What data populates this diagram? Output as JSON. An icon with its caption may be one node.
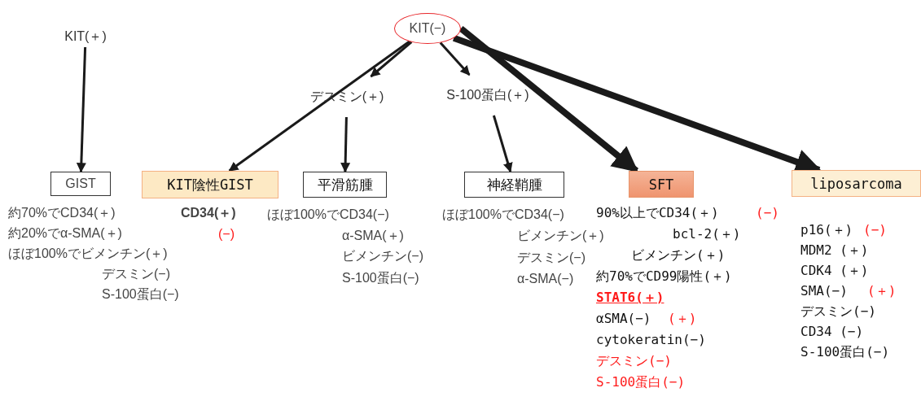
{
  "diagram": {
    "nodes": [
      {
        "text": [
          "KIT(＋)"
        ]
      },
      {
        "text": [
          "KIT(−)"
        ]
      },
      {
        "text": [
          "デスミン(＋)"
        ]
      },
      {
        "text": [
          "S-100蛋白(＋)"
        ]
      },
      {
        "text": [
          "GIST"
        ],
        "beside": [
          "約70%でCD34(＋)",
          "約20%でα-SMA(＋)",
          "ほぼ100%でビメンチン(＋)",
          "デスミン(−)",
          "S-100蛋白(−)"
        ]
      },
      {
        "text": [
          "KIT陰性GIST"
        ],
        "beside": [
          "CD34(＋)",
          "(−)"
        ]
      },
      {
        "text": [
          "平滑筋腫"
        ],
        "beside": [
          "ほぼ100%でCD34(−)",
          "α-SMA(＋)",
          "ビメンチン(−)",
          "S-100蛋白(−)"
        ]
      },
      {
        "text": [
          "神経鞘腫"
        ],
        "beside": [
          "ほぼ100%でCD34(−)",
          "ビメンチン(＋)",
          "デスミン(−)",
          "α-SMA(−)"
        ]
      },
      {
        "text": [
          "SFT"
        ],
        "beside": [
          "90%以上でCD34(＋)",
          "(−)",
          "bcl-2(＋)",
          "ビメンチン(＋)",
          "約70%でCD99陽性(＋)",
          "STAT6(＋)",
          "αSMA(−)",
          "(＋)",
          "cytokeratin(−)",
          "デスミン(−)",
          "S-100蛋白(−)"
        ]
      },
      {
        "text": [
          "liposarcoma"
        ],
        "beside": [
          "p16(＋)",
          "(−)",
          "MDM2 (＋)",
          "CDK4 (＋)",
          "SMA(−)",
          "(＋)",
          "デスミン(−)",
          "CD34 (−)",
          "S-100蛋白(−)"
        ]
      }
    ],
    "edges": [
      {
        "from": 0,
        "to": 4,
        "arrow": "to"
      },
      {
        "from": 1,
        "to": 5,
        "arrow": "to"
      },
      {
        "from": 1,
        "to": 2,
        "arrow": "to"
      },
      {
        "from": 1,
        "to": 3,
        "arrow": "to"
      },
      {
        "from": 1,
        "to": 8,
        "arrow": "to",
        "style": "thick"
      },
      {
        "from": 1,
        "to": 9,
        "arrow": "to",
        "style": "thick"
      },
      {
        "from": 2,
        "to": 6,
        "arrow": "to"
      },
      {
        "from": 3,
        "to": 7,
        "arrow": "to"
      }
    ]
  }
}
